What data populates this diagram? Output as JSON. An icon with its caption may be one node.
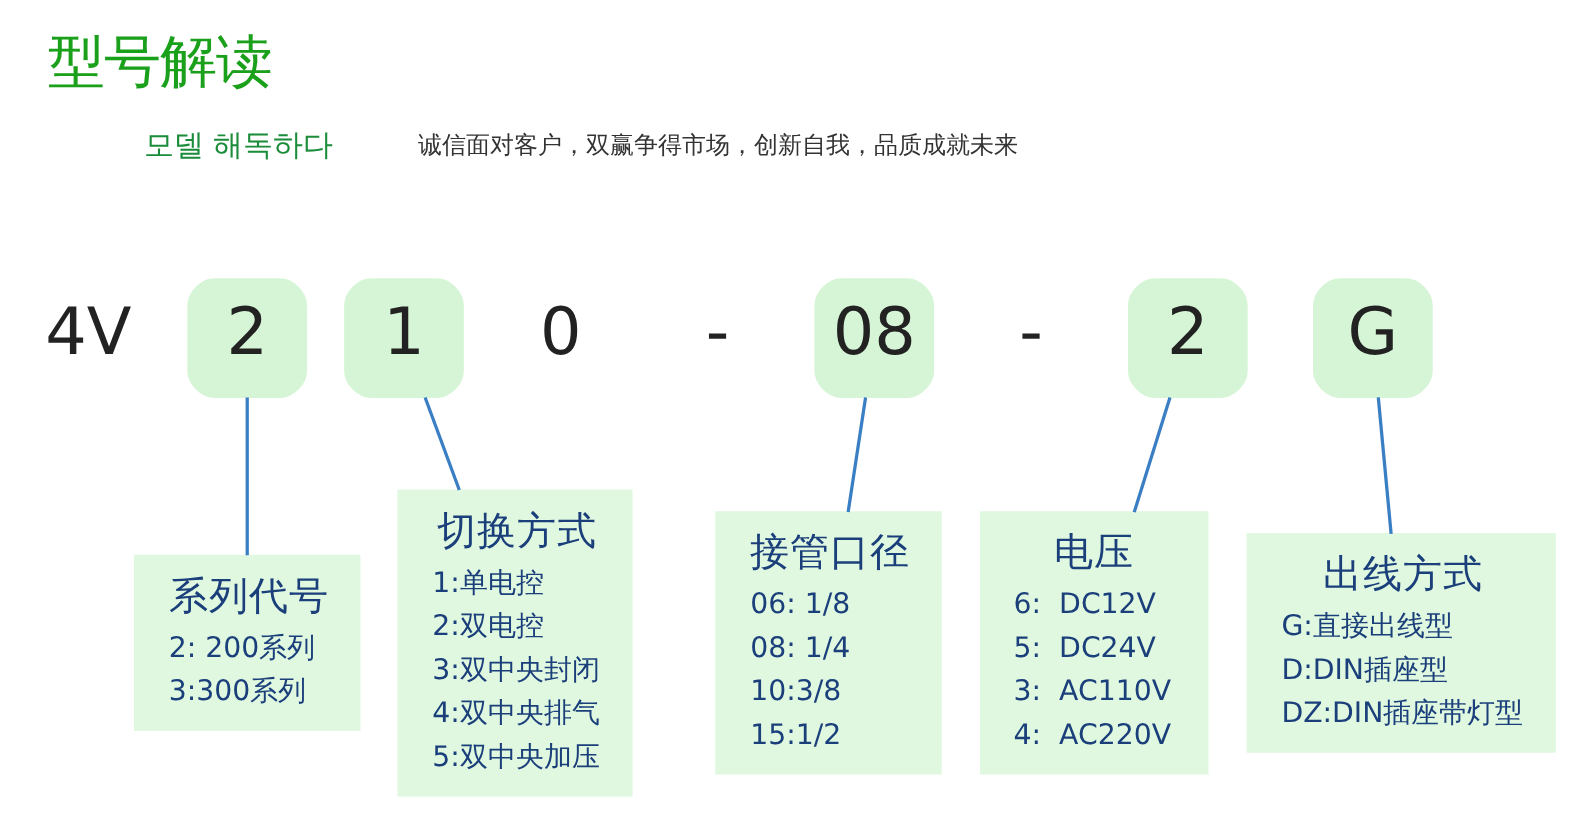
{
  "diagram": {
    "title": "型号解读",
    "nodes": [
      {
        "text": [
          "2"
        ]
      },
      {
        "text": [
          "1"
        ]
      },
      {
        "text": [
          "08"
        ]
      },
      {
        "text": [
          "2"
        ]
      },
      {
        "text": [
          "G"
        ]
      },
      {
        "text": [
          "系列代号",
          "2: 200系列",
          "3:300系列"
        ]
      },
      {
        "text": [
          "切换方式",
          "1:单电控",
          "2:双电控",
          "3:双中央封闭",
          "4:双中央排气",
          "5:双中央加压"
        ]
      },
      {
        "text": [
          "接管口径",
          "06: 1/8",
          "08: 1/4",
          "10:3/8",
          "15:1/2"
        ]
      },
      {
        "text": [
          "电压",
          "6:  DC12V",
          "5:  DC24V",
          "3:  AC110V",
          "4:  AC220V"
        ]
      },
      {
        "text": [
          "出线方式",
          "G:直接出线型",
          "D:DIN插座型",
          "DZ:DIN插座带灯型"
        ]
      }
    ],
    "edges": [
      {
        "from": 0,
        "to": 5,
        "arrow": "none"
      },
      {
        "from": 1,
        "to": 6,
        "arrow": "none"
      },
      {
        "from": 2,
        "to": 7,
        "arrow": "none"
      },
      {
        "from": 3,
        "to": 8,
        "arrow": "none"
      },
      {
        "from": 4,
        "to": 9,
        "arrow": "none"
      }
    ],
    "labels": [
      "모델 해독하다",
      "诚信面对客户，双赢争得市场，创新自我，品质成就未来",
      "4V",
      "0",
      "-",
      "-"
    ]
  }
}
